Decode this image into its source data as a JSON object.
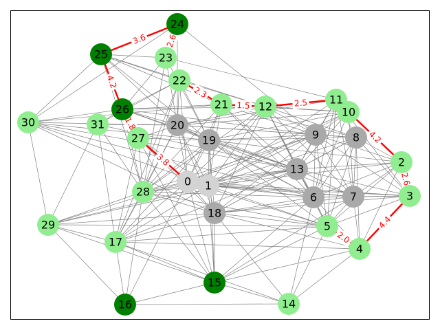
{
  "colors": {
    "light_green": "#90ee90",
    "dark_green": "#008000",
    "gray": "#a9a9a9",
    "light_gray": "#d3d3d3",
    "edge": "#808080",
    "highlight": "#ff0000",
    "frame": "#000000"
  },
  "nodes": [
    {
      "id": "0",
      "color": "light_gray"
    },
    {
      "id": "1",
      "color": "light_gray"
    },
    {
      "id": "2",
      "color": "light_green"
    },
    {
      "id": "3",
      "color": "light_green"
    },
    {
      "id": "4",
      "color": "light_green"
    },
    {
      "id": "5",
      "color": "light_green"
    },
    {
      "id": "6",
      "color": "gray"
    },
    {
      "id": "7",
      "color": "gray"
    },
    {
      "id": "8",
      "color": "gray"
    },
    {
      "id": "9",
      "color": "gray"
    },
    {
      "id": "10",
      "color": "light_green"
    },
    {
      "id": "11",
      "color": "light_green"
    },
    {
      "id": "12",
      "color": "light_green"
    },
    {
      "id": "13",
      "color": "gray"
    },
    {
      "id": "14",
      "color": "light_green"
    },
    {
      "id": "15",
      "color": "dark_green"
    },
    {
      "id": "16",
      "color": "dark_green"
    },
    {
      "id": "17",
      "color": "light_green"
    },
    {
      "id": "18",
      "color": "gray"
    },
    {
      "id": "19",
      "color": "gray"
    },
    {
      "id": "20",
      "color": "gray"
    },
    {
      "id": "21",
      "color": "light_green"
    },
    {
      "id": "22",
      "color": "light_green"
    },
    {
      "id": "23",
      "color": "light_green"
    },
    {
      "id": "24",
      "color": "dark_green"
    },
    {
      "id": "25",
      "color": "dark_green"
    },
    {
      "id": "26",
      "color": "dark_green"
    },
    {
      "id": "27",
      "color": "light_green"
    },
    {
      "id": "28",
      "color": "light_green"
    },
    {
      "id": "29",
      "color": "light_green"
    },
    {
      "id": "30",
      "color": "light_green"
    },
    {
      "id": "31",
      "color": "light_green"
    }
  ],
  "highlighted_edges": [
    {
      "source": "25",
      "target": "24",
      "label": "3.6"
    },
    {
      "source": "24",
      "target": "23",
      "label": "2.6"
    },
    {
      "source": "25",
      "target": "26",
      "label": "4.2"
    },
    {
      "source": "26",
      "target": "27",
      "label": "1.8"
    },
    {
      "source": "27",
      "target": "0",
      "label": "3.8"
    },
    {
      "source": "22",
      "target": "21",
      "label": "2.3"
    },
    {
      "source": "21",
      "target": "12",
      "label": "1.5"
    },
    {
      "source": "12",
      "target": "11",
      "label": "2.5"
    },
    {
      "source": "10",
      "target": "2",
      "label": "4.2"
    },
    {
      "source": "2",
      "target": "3",
      "label": "2.6"
    },
    {
      "source": "3",
      "target": "4",
      "label": "4.4"
    },
    {
      "source": "4",
      "target": "5",
      "label": "2.0"
    }
  ],
  "edges": [
    [
      "25",
      "23"
    ],
    [
      "25",
      "22"
    ],
    [
      "25",
      "20"
    ],
    [
      "25",
      "19"
    ],
    [
      "25",
      "12"
    ],
    [
      "25",
      "30"
    ],
    [
      "25",
      "28"
    ],
    [
      "25",
      "21"
    ],
    [
      "24",
      "20"
    ],
    [
      "24",
      "9"
    ],
    [
      "24",
      "30"
    ],
    [
      "23",
      "11"
    ],
    [
      "23",
      "28"
    ],
    [
      "23",
      "20"
    ],
    [
      "23",
      "26"
    ],
    [
      "23",
      "19"
    ],
    [
      "22",
      "19"
    ],
    [
      "22",
      "20"
    ],
    [
      "22",
      "0"
    ],
    [
      "22",
      "28"
    ],
    [
      "22",
      "17"
    ],
    [
      "22",
      "12"
    ],
    [
      "22",
      "26"
    ],
    [
      "22",
      "31"
    ],
    [
      "26",
      "12"
    ],
    [
      "26",
      "21"
    ],
    [
      "26",
      "20"
    ],
    [
      "26",
      "19"
    ],
    [
      "26",
      "9"
    ],
    [
      "26",
      "13"
    ],
    [
      "26",
      "28"
    ],
    [
      "26",
      "31"
    ],
    [
      "26",
      "30"
    ],
    [
      "30",
      "20"
    ],
    [
      "30",
      "21"
    ],
    [
      "30",
      "19"
    ],
    [
      "30",
      "29"
    ],
    [
      "30",
      "13"
    ],
    [
      "30",
      "6"
    ],
    [
      "30",
      "18"
    ],
    [
      "30",
      "1"
    ],
    [
      "31",
      "29"
    ],
    [
      "31",
      "28"
    ],
    [
      "31",
      "17"
    ],
    [
      "31",
      "13"
    ],
    [
      "31",
      "20"
    ],
    [
      "27",
      "17"
    ],
    [
      "27",
      "28"
    ],
    [
      "27",
      "15"
    ],
    [
      "27",
      "19"
    ],
    [
      "27",
      "20"
    ],
    [
      "27",
      "1"
    ],
    [
      "27",
      "18"
    ],
    [
      "20",
      "19"
    ],
    [
      "20",
      "0"
    ],
    [
      "20",
      "1"
    ],
    [
      "20",
      "18"
    ],
    [
      "20",
      "13"
    ],
    [
      "20",
      "6"
    ],
    [
      "20",
      "9"
    ],
    [
      "20",
      "8"
    ],
    [
      "20",
      "11"
    ],
    [
      "20",
      "10"
    ],
    [
      "20",
      "12"
    ],
    [
      "20",
      "28"
    ],
    [
      "20",
      "17"
    ],
    [
      "19",
      "21"
    ],
    [
      "19",
      "9"
    ],
    [
      "19",
      "8"
    ],
    [
      "19",
      "2"
    ],
    [
      "19",
      "13"
    ],
    [
      "19",
      "6"
    ],
    [
      "19",
      "7"
    ],
    [
      "19",
      "5"
    ],
    [
      "19",
      "0"
    ],
    [
      "19",
      "1"
    ],
    [
      "19",
      "18"
    ],
    [
      "19",
      "28"
    ],
    [
      "19",
      "17"
    ],
    [
      "19",
      "15"
    ],
    [
      "19",
      "10"
    ],
    [
      "21",
      "9"
    ],
    [
      "21",
      "13"
    ],
    [
      "21",
      "0"
    ],
    [
      "21",
      "1"
    ],
    [
      "21",
      "28"
    ],
    [
      "21",
      "10"
    ],
    [
      "21",
      "8"
    ],
    [
      "21",
      "6"
    ],
    [
      "12",
      "9"
    ],
    [
      "12",
      "13"
    ],
    [
      "12",
      "6"
    ],
    [
      "12",
      "7"
    ],
    [
      "12",
      "5"
    ],
    [
      "12",
      "8"
    ],
    [
      "12",
      "10"
    ],
    [
      "12",
      "18"
    ],
    [
      "12",
      "1"
    ],
    [
      "12",
      "28"
    ],
    [
      "12",
      "0"
    ],
    [
      "11",
      "9"
    ],
    [
      "11",
      "8"
    ],
    [
      "11",
      "13"
    ],
    [
      "11",
      "3"
    ],
    [
      "11",
      "6"
    ],
    [
      "11",
      "7"
    ],
    [
      "11",
      "5"
    ],
    [
      "11",
      "1"
    ],
    [
      "10",
      "9"
    ],
    [
      "10",
      "13"
    ],
    [
      "10",
      "7"
    ],
    [
      "10",
      "6"
    ],
    [
      "10",
      "1"
    ],
    [
      "10",
      "0"
    ],
    [
      "9",
      "8"
    ],
    [
      "9",
      "13"
    ],
    [
      "9",
      "6"
    ],
    [
      "9",
      "7"
    ],
    [
      "9",
      "5"
    ],
    [
      "9",
      "2"
    ],
    [
      "9",
      "3"
    ],
    [
      "9",
      "1"
    ],
    [
      "9",
      "0"
    ],
    [
      "9",
      "18"
    ],
    [
      "9",
      "28"
    ],
    [
      "8",
      "13"
    ],
    [
      "8",
      "6"
    ],
    [
      "8",
      "7"
    ],
    [
      "8",
      "5"
    ],
    [
      "8",
      "4"
    ],
    [
      "8",
      "2"
    ],
    [
      "8",
      "3"
    ],
    [
      "8",
      "1"
    ],
    [
      "8",
      "18"
    ],
    [
      "2",
      "13"
    ],
    [
      "2",
      "6"
    ],
    [
      "2",
      "7"
    ],
    [
      "2",
      "5"
    ],
    [
      "2",
      "1"
    ],
    [
      "2",
      "4"
    ],
    [
      "3",
      "13"
    ],
    [
      "3",
      "6"
    ],
    [
      "3",
      "7"
    ],
    [
      "3",
      "5"
    ],
    [
      "3",
      "18"
    ],
    [
      "3",
      "1"
    ],
    [
      "3",
      "0"
    ],
    [
      "13",
      "6"
    ],
    [
      "13",
      "7"
    ],
    [
      "13",
      "5"
    ],
    [
      "13",
      "1"
    ],
    [
      "13",
      "0"
    ],
    [
      "13",
      "18"
    ],
    [
      "13",
      "28"
    ],
    [
      "13",
      "17"
    ],
    [
      "13",
      "29"
    ],
    [
      "6",
      "7"
    ],
    [
      "6",
      "5"
    ],
    [
      "6",
      "1"
    ],
    [
      "6",
      "0"
    ],
    [
      "6",
      "18"
    ],
    [
      "6",
      "28"
    ],
    [
      "6",
      "15"
    ],
    [
      "6",
      "14"
    ],
    [
      "6",
      "4"
    ],
    [
      "7",
      "5"
    ],
    [
      "7",
      "4"
    ],
    [
      "7",
      "1"
    ],
    [
      "7",
      "18"
    ],
    [
      "7",
      "0"
    ],
    [
      "7",
      "15"
    ],
    [
      "5",
      "1"
    ],
    [
      "5",
      "0"
    ],
    [
      "5",
      "18"
    ],
    [
      "5",
      "28"
    ],
    [
      "5",
      "15"
    ],
    [
      "5",
      "14"
    ],
    [
      "5",
      "17"
    ],
    [
      "4",
      "15"
    ],
    [
      "4",
      "17"
    ],
    [
      "4",
      "18"
    ],
    [
      "4",
      "14"
    ],
    [
      "0",
      "1"
    ],
    [
      "0",
      "18"
    ],
    [
      "0",
      "28"
    ],
    [
      "0",
      "17"
    ],
    [
      "0",
      "15"
    ],
    [
      "0",
      "29"
    ],
    [
      "0",
      "16"
    ],
    [
      "1",
      "18"
    ],
    [
      "1",
      "28"
    ],
    [
      "1",
      "17"
    ],
    [
      "1",
      "15"
    ],
    [
      "1",
      "29"
    ],
    [
      "18",
      "28"
    ],
    [
      "18",
      "17"
    ],
    [
      "18",
      "15"
    ],
    [
      "18",
      "14"
    ],
    [
      "18",
      "29"
    ],
    [
      "28",
      "17"
    ],
    [
      "28",
      "16"
    ],
    [
      "28",
      "15"
    ],
    [
      "28",
      "29"
    ],
    [
      "29",
      "17"
    ],
    [
      "29",
      "15"
    ],
    [
      "29",
      "16"
    ],
    [
      "29",
      "5"
    ],
    [
      "17",
      "16"
    ],
    [
      "17",
      "15"
    ],
    [
      "17",
      "14"
    ],
    [
      "15",
      "14"
    ],
    [
      "15",
      "16"
    ],
    [
      "16",
      "14"
    ]
  ]
}
